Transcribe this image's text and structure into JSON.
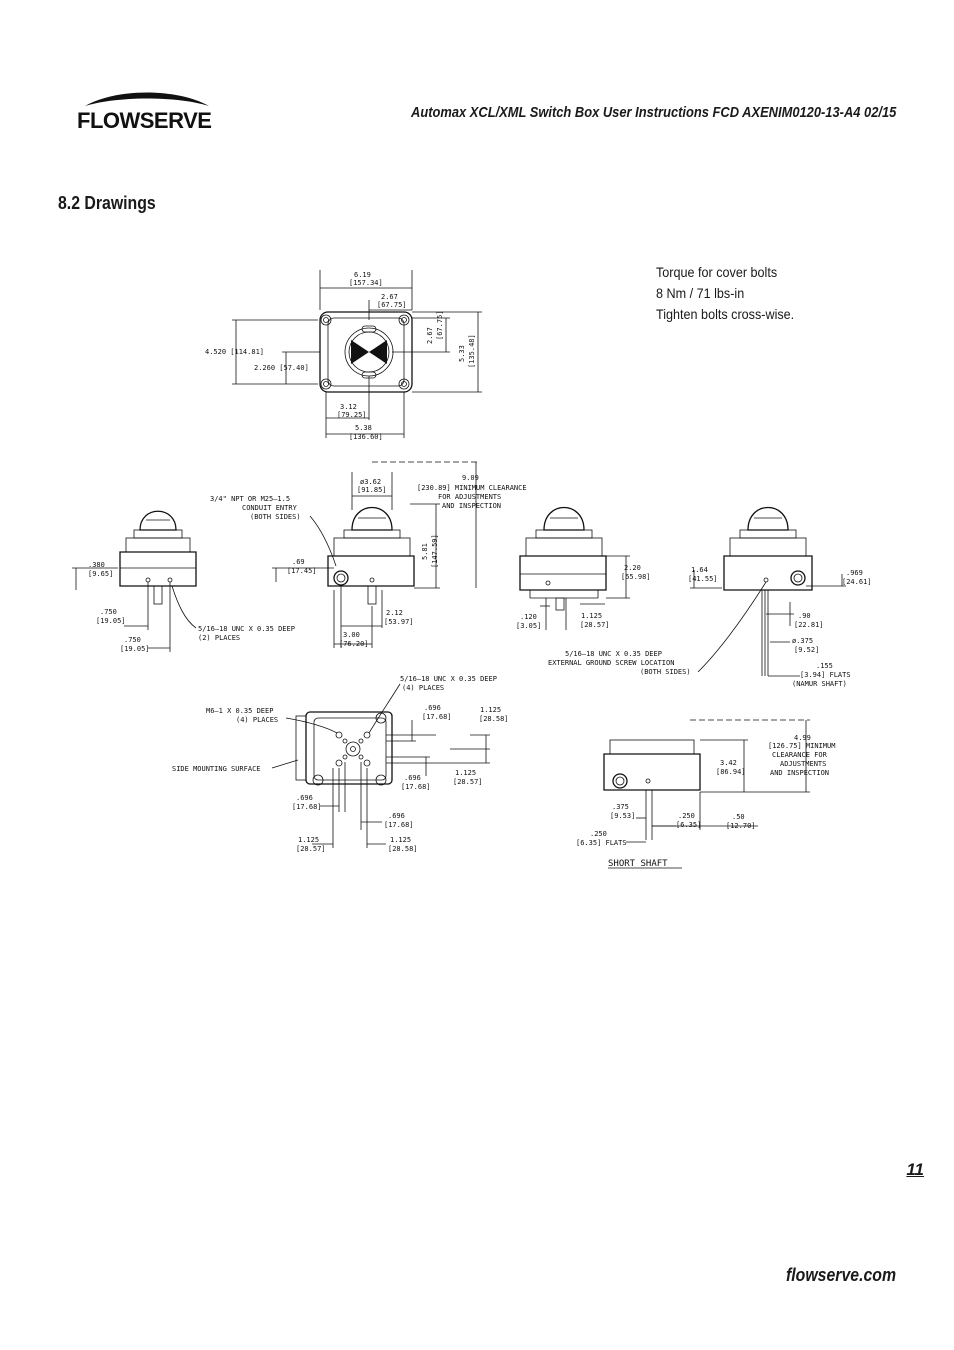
{
  "header": {
    "brand": "FLOWSERVE",
    "title": "Automax XCL/XML Switch Box User Instructions FCD AXENIM0120-13-A4  02/15"
  },
  "section": {
    "title": "8.2 Drawings"
  },
  "note": {
    "line1": "Torque for cover bolts",
    "line2": "8 Nm / 71 lbs-in",
    "line3": "Tighten bolts cross-wise."
  },
  "top_view": {
    "d1": "6.19",
    "d1m": "[157.34]",
    "d2": "2.67",
    "d2m": "[67.75]",
    "d3": "4.520  [114.81]",
    "d4": "2.260  [57.40]",
    "d5": "2.67",
    "d5m": "[67.75]",
    "d6": "5.33",
    "d6m": "[135.48]",
    "d7": "3.12",
    "d7m": "[79.25]",
    "d8": "5.38",
    "d8m": "[136.60]"
  },
  "front_views": {
    "a1": ".380",
    "a1m": "[9.65]",
    "a2": ".750",
    "a2m": "[19.05]",
    "a3": ".750",
    "a3m": "[19.05]",
    "a4": "5/16–18 UNC X 0.35 DEEP",
    "a5": "(2) PLACES",
    "b1": "3/4\" NPT OR M25–1.5",
    "b2": "CONDUIT ENTRY",
    "b3": "(BOTH SIDES)",
    "b4": "ø3.62",
    "b4m": "[91.85]",
    "b5": "9.09",
    "b6": "[230.89] MINIMUM CLEARANCE",
    "b7": "FOR ADJUSTMENTS",
    "b8": "AND INSPECTION",
    "b9": "5.81",
    "b9m": "[147.59]",
    "b10": ".69",
    "b10m": "[17.45]",
    "b11": "2.12",
    "b11m": "[53.97]",
    "b12": "3.00",
    "b12m": "[76.20]",
    "c1": "2.20",
    "c1m": "[55.98]",
    "c2": ".120",
    "c2m": "[3.05]",
    "c3": "1.125",
    "c3m": "[28.57]",
    "c4": "5/16–18 UNC X 0.35 DEEP",
    "c5": "EXTERNAL GROUND SCREW LOCATION",
    "c6": "(BOTH SIDES)",
    "e1": "1.64",
    "e1m": "[41.55]",
    "e2": ".969",
    "e2m": "[24.61]",
    "e3": ".90",
    "e3m": "[22.81]",
    "e4": "ø.375",
    "e4m": "[9.52]",
    "e5": ".155",
    "e5m": "[3.94] FLATS",
    "e6": "(NAMUR SHAFT)"
  },
  "bottom_view": {
    "f1": "5/16–18 UNC X 0.35 DEEP",
    "f2": "(4) PLACES",
    "f3": "M6–1 X 0.35 DEEP",
    "f4": "(4) PLACES",
    "f5": "SIDE MOUNTING SURFACE",
    "f6": ".696",
    "f6m": "[17.68]",
    "f7": "1.125",
    "f7m": "[28.58]",
    "f8": ".696",
    "f8m": "[17.68]",
    "f9": "1.125",
    "f9m": "[28.57]",
    "f10": ".696",
    "f10m": "[17.68]",
    "f11": ".696",
    "f11m": "[17.68]",
    "f12": "1.125",
    "f12m": "[28.57]",
    "f13": "1.125",
    "f13m": "[28.58]"
  },
  "short_shaft": {
    "g1": "4.99",
    "g2": "[126.75] MINIMUM",
    "g3": "CLEARANCE FOR",
    "g4": "ADJUSTMENTS",
    "g5": "AND INSPECTION",
    "g6": "3.42",
    "g6m": "[86.94]",
    "g7": ".375",
    "g7m": "[9.53]",
    "g8": ".250",
    "g8m": "[6.35]",
    "g9": ".50",
    "g9m": "[12.70]",
    "g10": ".250",
    "g10m": "[6.35] FLATS",
    "title": "SHORT SHAFT"
  },
  "footer": {
    "page": "11",
    "url": "flowserve.com"
  }
}
